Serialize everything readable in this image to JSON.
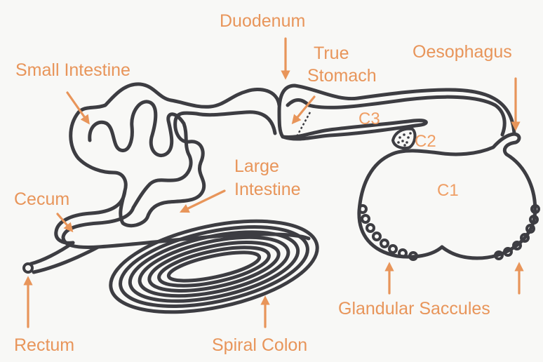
{
  "labels": {
    "duodenum": "Duodenum",
    "true_stomach_line1": "True",
    "true_stomach_line2": "Stomach",
    "oesophagus": "Oesophagus",
    "small_intestine": "Small Intestine",
    "c3": "C3",
    "c2": "C2",
    "c1": "C1",
    "large_intestine_line1": "Large",
    "large_intestine_line2": "Intestine",
    "cecum": "Cecum",
    "rectum": "Rectum",
    "spiral_colon": "Spiral Colon",
    "glandular_saccules": "Glandular Saccules"
  },
  "colors": {
    "label": "#e8955a",
    "outline": "#3d3d42",
    "background": "#f8f8f6"
  }
}
